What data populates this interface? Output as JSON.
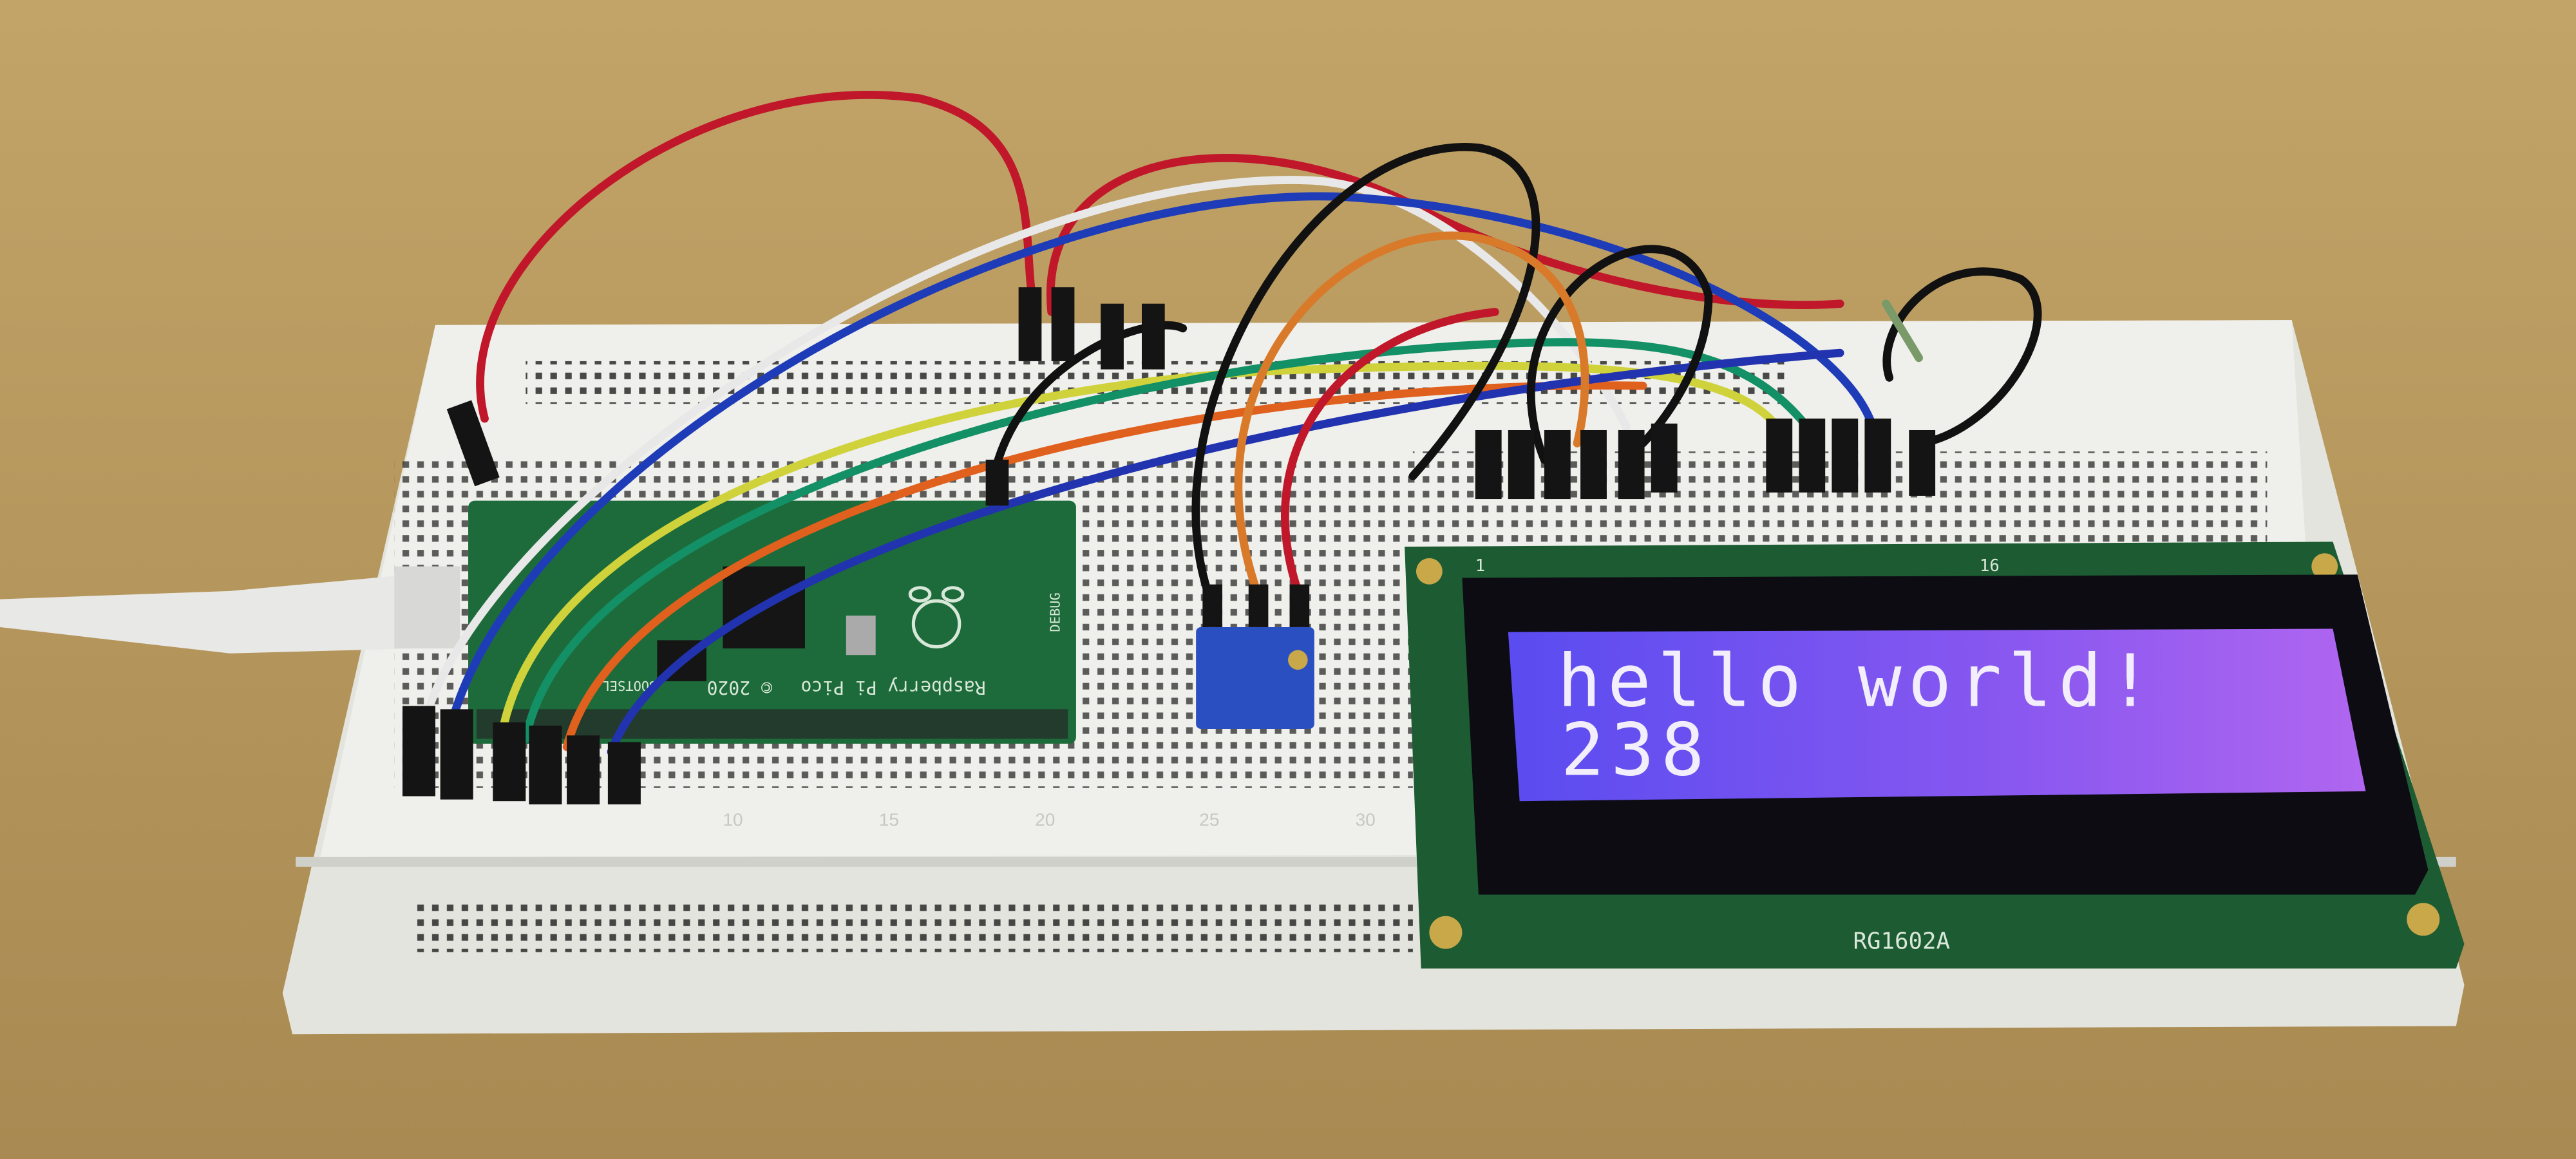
{
  "lcd": {
    "line1": "hello world!",
    "line2": "238",
    "model": "RG1602A",
    "pin_first": "1",
    "pin_last": "16",
    "backlight_colors": [
      "#5a4cf0",
      "#a060f0"
    ]
  },
  "pico": {
    "name": "Raspberry Pi Pico",
    "year": "© 2020",
    "debug_label": "DEBUG",
    "bootsel_label": "BOOTSEL"
  },
  "breadboard": {
    "column_numbers": [
      "10",
      "15",
      "20",
      "25",
      "30"
    ]
  },
  "colors": {
    "table": "#b89a5e",
    "breadboard": "#ecece8",
    "pcb": "#1d6b3a",
    "potentiometer": "#2a4fc0"
  }
}
